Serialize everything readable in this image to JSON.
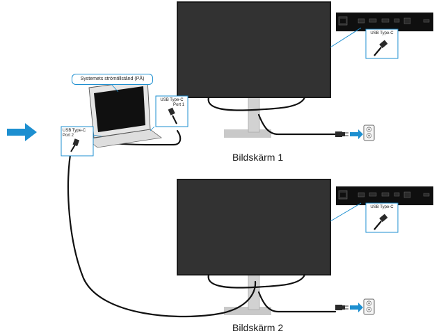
{
  "arrow_color": "#1d8fd0",
  "callout_color": "#1d8fd0",
  "laptop": {
    "status_label": "Systemets strömtillstånd (PÅ)",
    "port1": {
      "type": "USB Type-C",
      "port": "Port 1"
    },
    "port2": {
      "type": "USB Type-C",
      "port": "Port 2"
    }
  },
  "monitor1": {
    "caption": "Bildskärm 1",
    "callout_port": "USB Type-C"
  },
  "monitor2": {
    "caption": "Bildskärm 2",
    "callout_port": "USB Type-C"
  },
  "icons": [
    "direction-arrow-icon",
    "laptop-icon",
    "monitor-icon",
    "power-plug-icon",
    "wall-outlet-icon",
    "usb-c-connector-icon"
  ]
}
